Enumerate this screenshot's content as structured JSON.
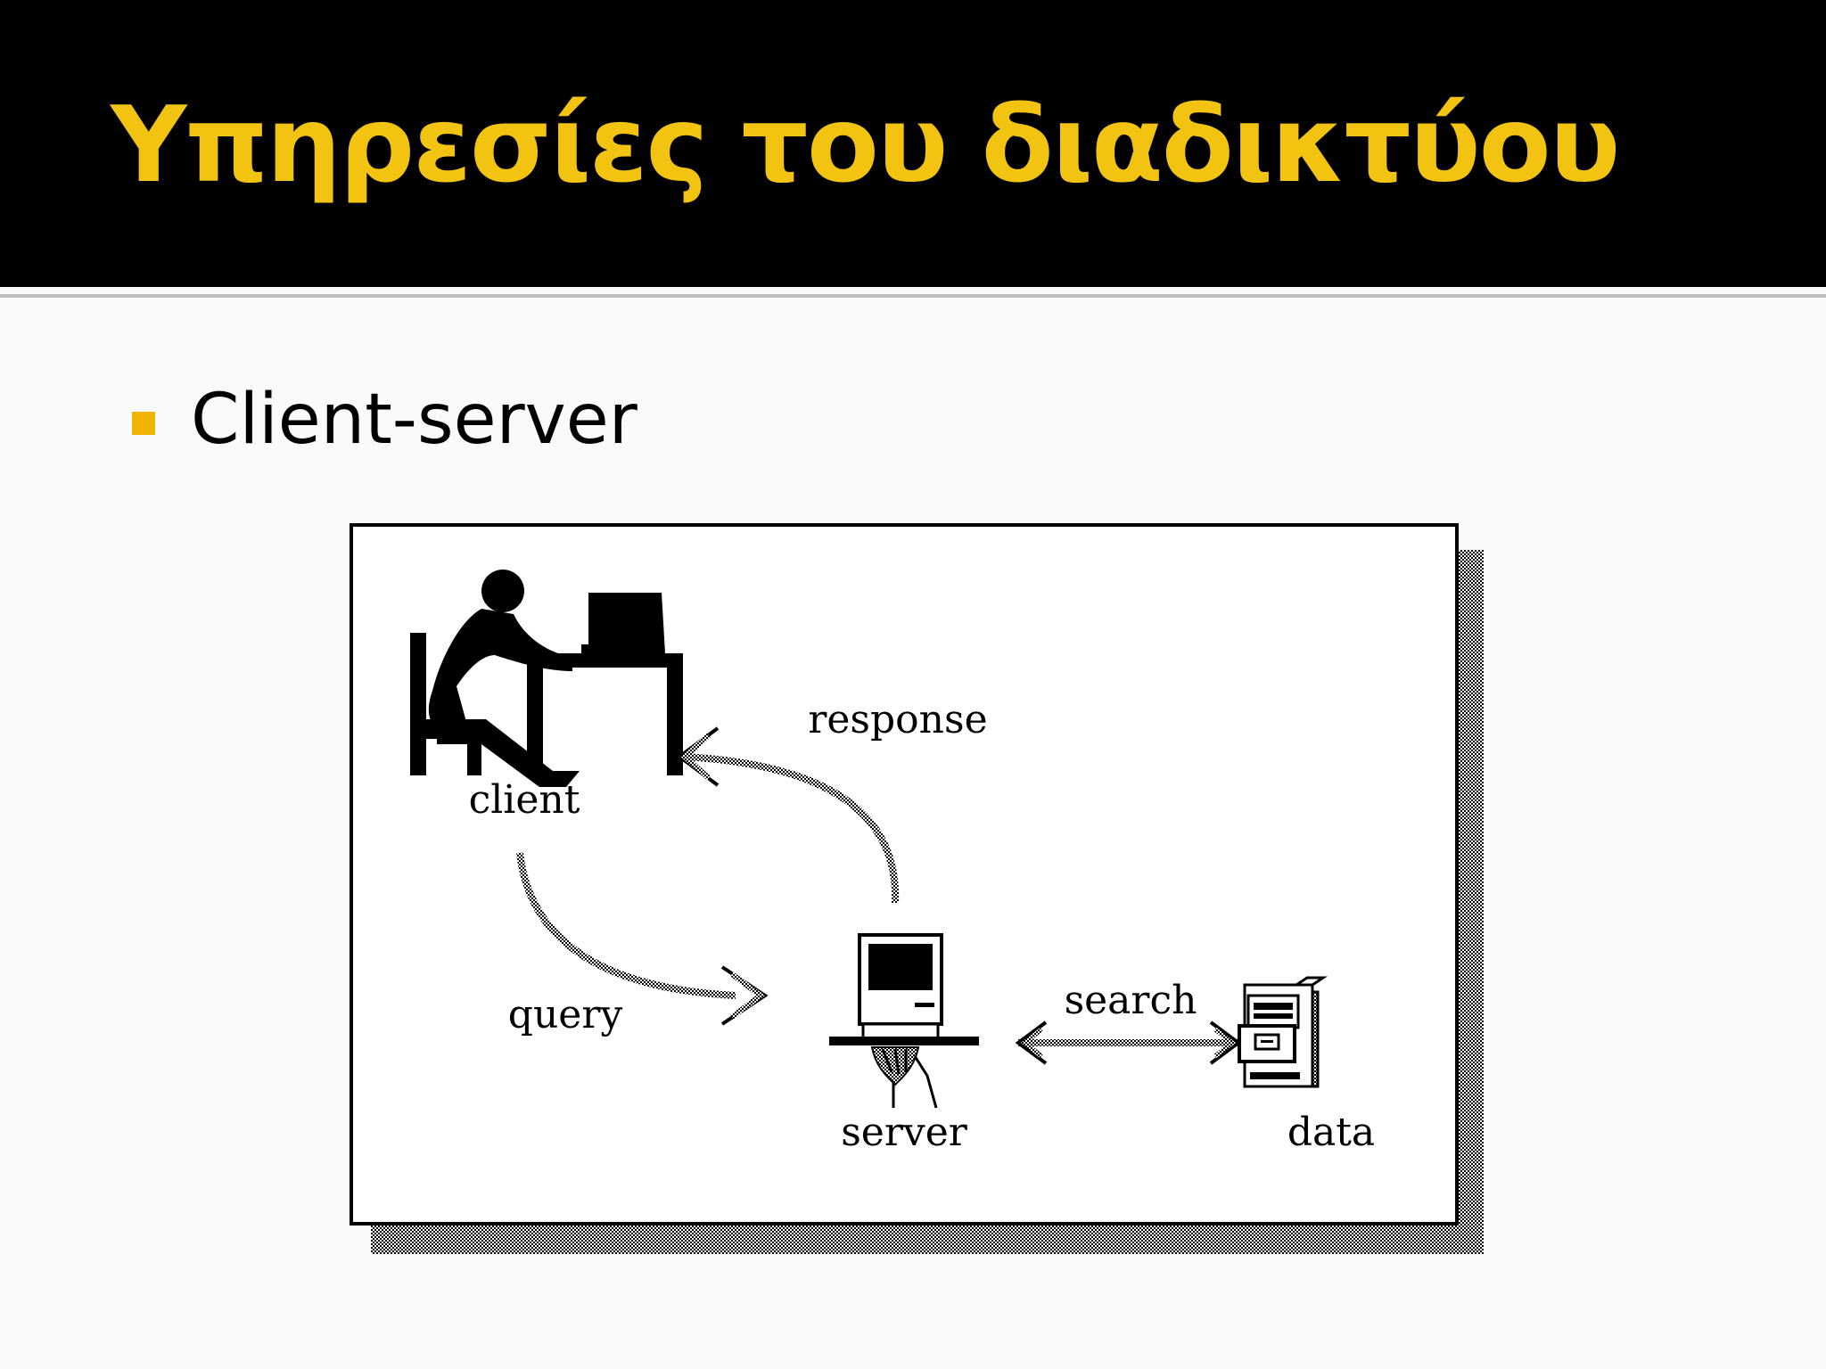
{
  "slide": {
    "title": "Υπηρεσίες του διαδικτύου",
    "bullet": "Client-server"
  },
  "diagram": {
    "labels": {
      "client": "client",
      "server": "server",
      "data": "data",
      "query": "query",
      "response": "response",
      "search": "search"
    }
  },
  "colors": {
    "title_bar": "#000000",
    "title_text": "#f2c310",
    "bullet_marker": "#f0b400",
    "slide_background": "#fafafa"
  }
}
